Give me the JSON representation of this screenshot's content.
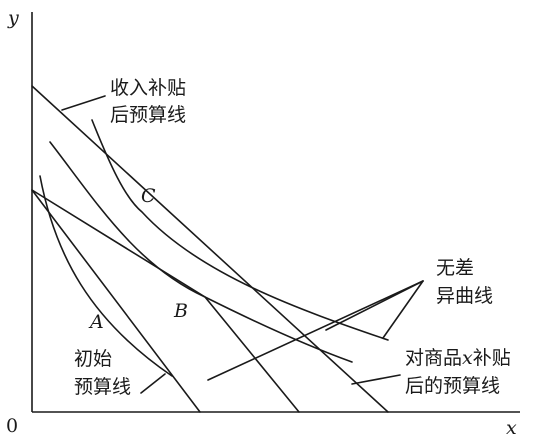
{
  "axes": {
    "x": "x",
    "y": "y",
    "origin": "0"
  },
  "points": {
    "a": "A",
    "b": "B",
    "c": "C"
  },
  "labels": {
    "income_line": [
      "收入补贴",
      "后预算线"
    ],
    "initial_line": [
      "初始",
      "预算线"
    ],
    "indifference": [
      "无差",
      "异曲线"
    ],
    "subsidy_x_line_1": "对商品",
    "subsidy_x_line_1_var": "x",
    "subsidy_x_line_1_end": "补贴",
    "subsidy_x_line_2": "后的预算线"
  }
}
